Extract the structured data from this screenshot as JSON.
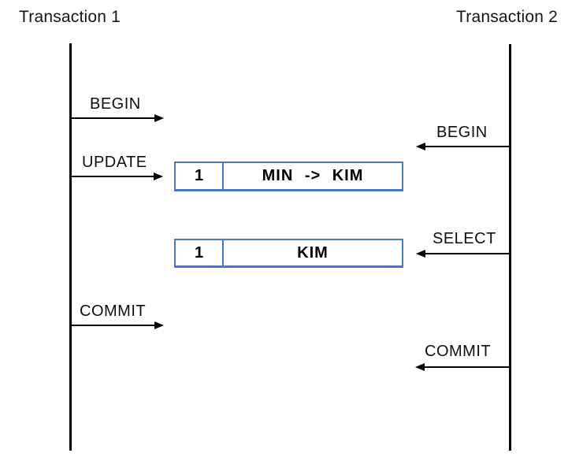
{
  "diagram": {
    "transaction1": {
      "title": "Transaction 1",
      "operations": {
        "begin": "BEGIN",
        "update": "UPDATE",
        "commit": "COMMIT"
      }
    },
    "transaction2": {
      "title": "Transaction 2",
      "operations": {
        "begin": "BEGIN",
        "select": "SELECT",
        "commit": "COMMIT"
      }
    },
    "records": [
      {
        "key": "1",
        "value": "MIN -> KIM"
      },
      {
        "key": "1",
        "value": "KIM"
      }
    ],
    "colors": {
      "line": "#000000",
      "box_border": "#4a76c4",
      "text": "#0f0f0f",
      "background": "#ffffff"
    }
  }
}
